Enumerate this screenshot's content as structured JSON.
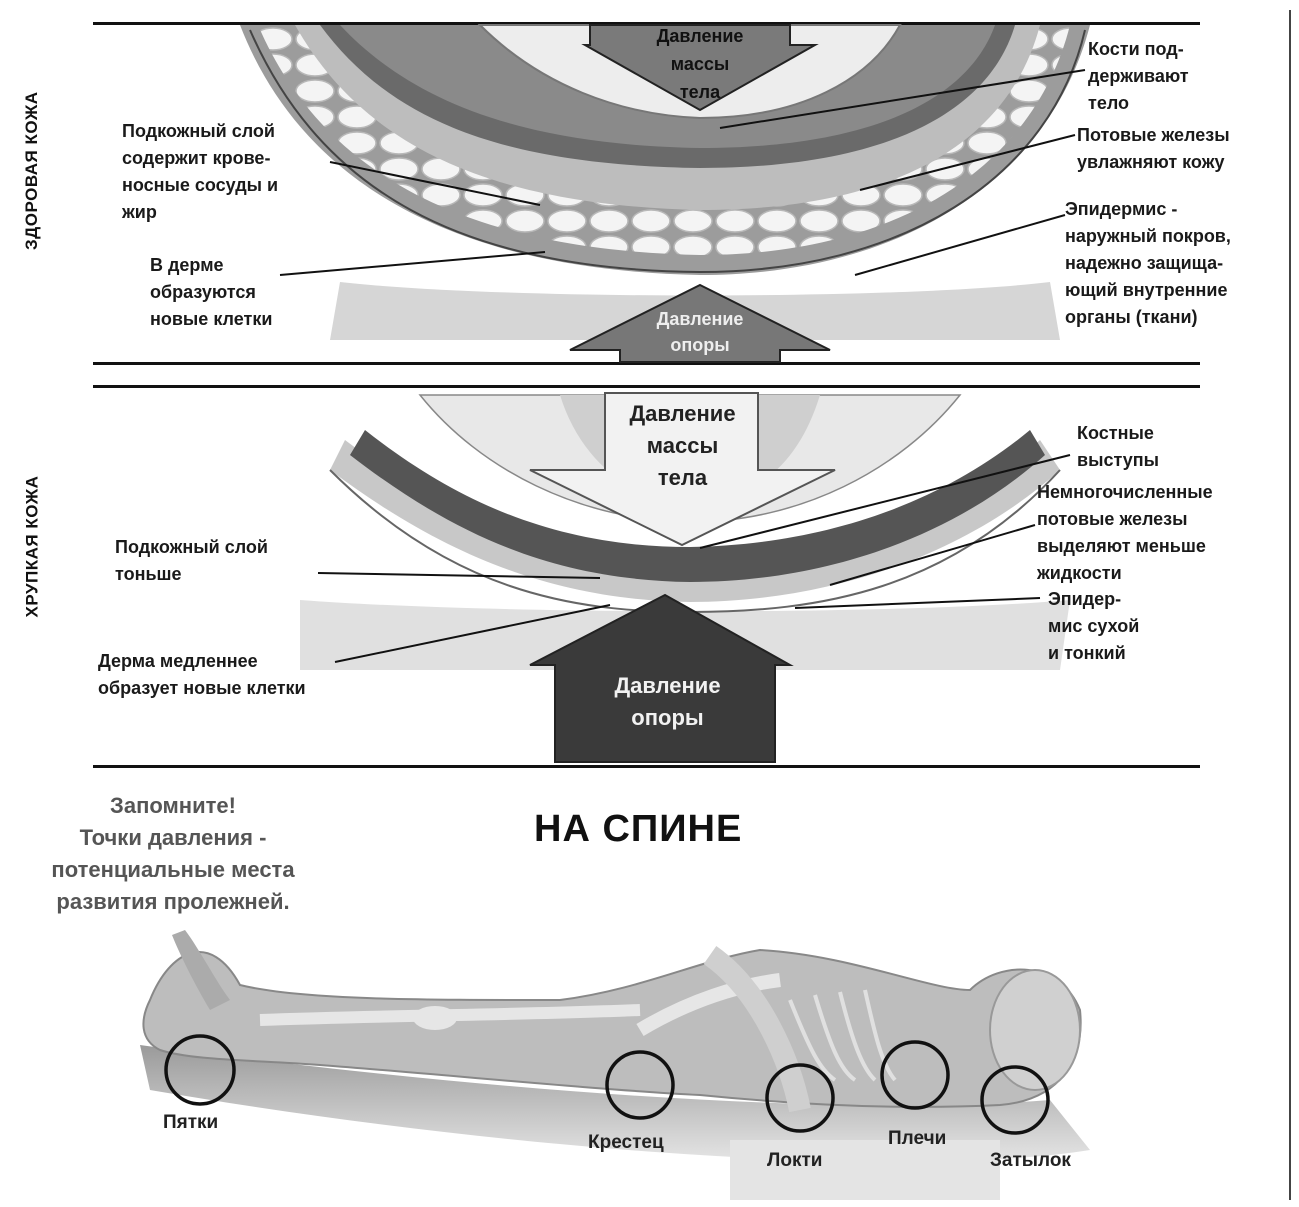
{
  "sections": {
    "healthy": {
      "side_title": "ЗДОРОВАЯ КОЖА",
      "arrow_top": "Давление\nмассы\nтела",
      "arrow_bottom": "Давление\nопоры",
      "labels": {
        "bones": "Кости под-\nдерживают\nтело",
        "sweat": "Потовые железы\nувлажняют кожу",
        "subcutaneous": "Подкожный слой\nсодержит крове-\nносные сосуды и\nжир",
        "dermis": "В дерме\nобразуются\nновые клетки",
        "epidermis": "Эпидермис -\nнаружный покров,\nнадежно защища-\nющий внутренние\nорганы (ткани)"
      }
    },
    "fragile": {
      "side_title": "ХРУПКАЯ КОЖА",
      "arrow_top": "Давление\nмассы\nтела",
      "arrow_bottom": "Давление\nопоры",
      "labels": {
        "bony": "Костные\nвыступы",
        "sweat": "Немногочисленные\nпотовые железы\nвыделяют меньше\nжидкости",
        "subcutaneous": "Подкожный слой\nтоньше",
        "epidermis": "Эпидер-\nмис сухой\nи тонкий",
        "dermis": "Дерма медленнее\nобразует новые клетки"
      }
    }
  },
  "supine": {
    "remember": "Запомните!\nТочки давления -\nпотенциальные места\nразвития пролежней.",
    "title": "НА СПИНЕ",
    "points": {
      "heels": "Пятки",
      "sacrum": "Крестец",
      "elbows": "Локти",
      "shoulders": "Плечи",
      "occiput": "Затылок"
    }
  },
  "colors": {
    "skin_light": "#d9d9d9",
    "fat": "#eeeeee",
    "muscle_dark": "#5a5a5a",
    "arrow_dark": "#555555",
    "arrow_darkest": "#333333"
  }
}
